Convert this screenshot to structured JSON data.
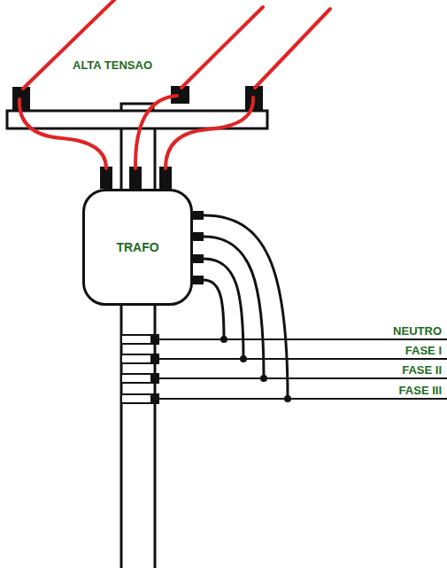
{
  "diagram": {
    "nodes": [
      {
        "text": [
          "TRAFO"
        ]
      }
    ],
    "labels": [
      "ALTA TENSAO",
      "NEUTRO",
      "FASE I",
      "FASE II",
      "FASE III"
    ]
  }
}
